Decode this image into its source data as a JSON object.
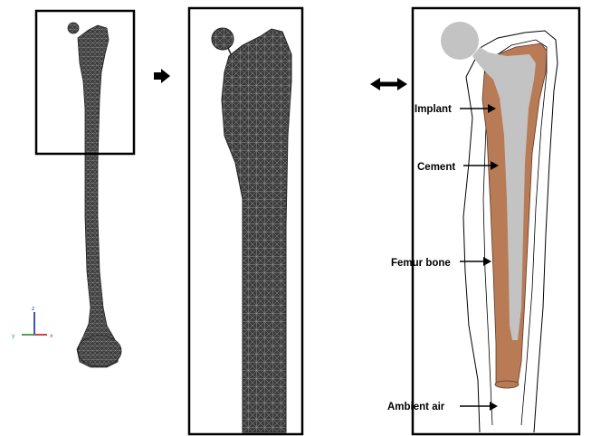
{
  "labels": {
    "implant": "Implant",
    "cement": "Cement",
    "femur_bone": "Femur bone",
    "ambient_air": "Ambient air"
  },
  "axes": {
    "z": "z",
    "y": "y",
    "x": "x"
  },
  "icons": {
    "right_arrow": "right-arrow-icon",
    "double_arrow": "left-right-arrow-icon"
  },
  "colors": {
    "mesh_fill": "#3d3d3d",
    "mesh_line": "#9a9a9a",
    "implant": "#c3c3c3",
    "cement": "#b97b56",
    "frame": "#000000",
    "axis_z": "#2a3fb8",
    "axis_y": "#3a9a3a",
    "axis_x": "#c83030"
  }
}
